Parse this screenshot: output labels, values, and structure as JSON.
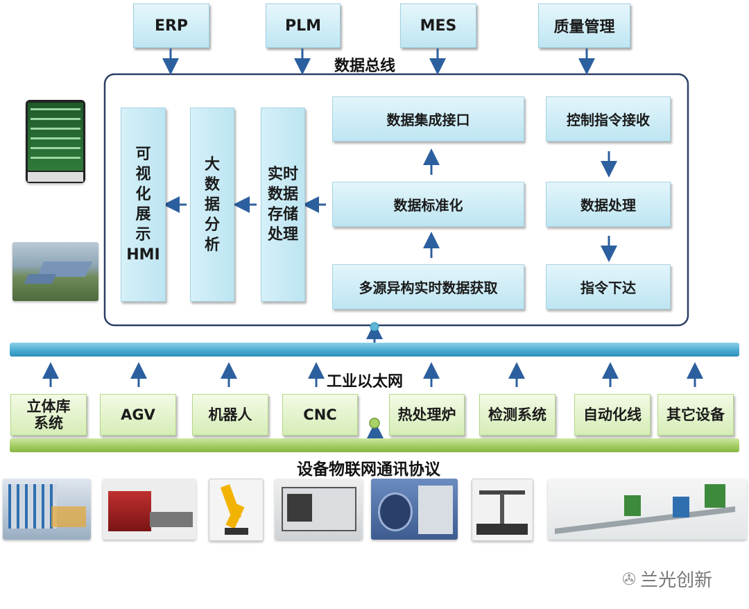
{
  "top_systems": [
    "ERP",
    "PLM",
    "MES",
    "质量管理"
  ],
  "bus_label": "数据总线",
  "platform": {
    "vertical_blocks": [
      "可\n视\n化\n展\n示\nHMI",
      "大\n数\n据\n分\n析",
      "实时\n数据\n存储\n处理"
    ],
    "left_column": [
      "数据集成接口",
      "数据标准化",
      "多源异构实时数据获取"
    ],
    "right_column": [
      "控制指令接收",
      "数据处理",
      "指令下达"
    ]
  },
  "ethernet_label": "工业以太网",
  "devices": [
    "立体库\n系统",
    "AGV",
    "机器人",
    "CNC",
    "热处理炉",
    "检测系统",
    "自动化线",
    "其它设备"
  ],
  "iot_label": "设备物联网通讯协议",
  "photos": [
    "warehouse-photo",
    "agv-photo",
    "robot-photo",
    "cnc-photo",
    "furnace-photo",
    "inspection-photo",
    "automation-line-photo"
  ],
  "thumbnails": [
    "mobile-app-thumbnail",
    "factory-aerial-thumbnail"
  ],
  "watermark": "兰光创新",
  "colors": {
    "box_blue": "#bde5f2",
    "box_green": "#d6edb6",
    "arrow_blue": "#2c5f9e",
    "ethernet_bar": "#5fb6d6",
    "iot_bar": "#a9d26a",
    "platform_border": "#2a3f66"
  }
}
